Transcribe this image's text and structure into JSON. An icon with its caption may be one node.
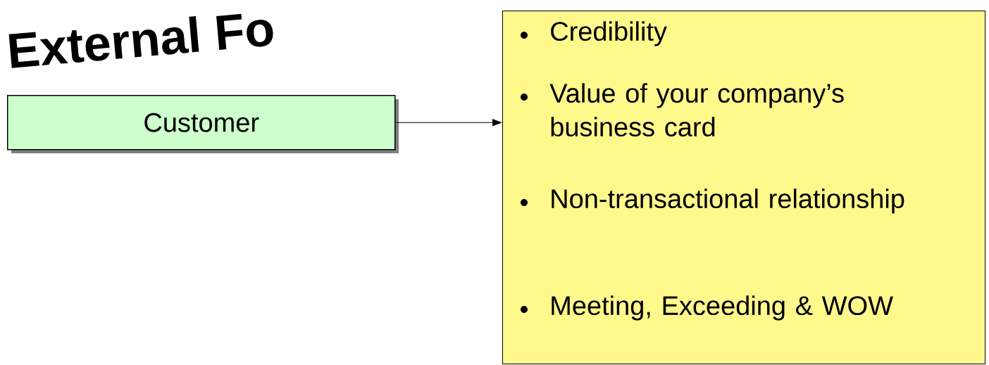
{
  "diagram": {
    "title": "External Fo",
    "nodes": [
      {
        "text": [
          "Customer"
        ]
      },
      {
        "text": [
          "Credibility",
          "Value of your company’s business card",
          "Non-transactional relationship",
          "Meeting, Exceeding & WOW"
        ]
      }
    ],
    "edges": [
      {
        "from": 0,
        "to": 1,
        "arrow": "to"
      }
    ]
  }
}
